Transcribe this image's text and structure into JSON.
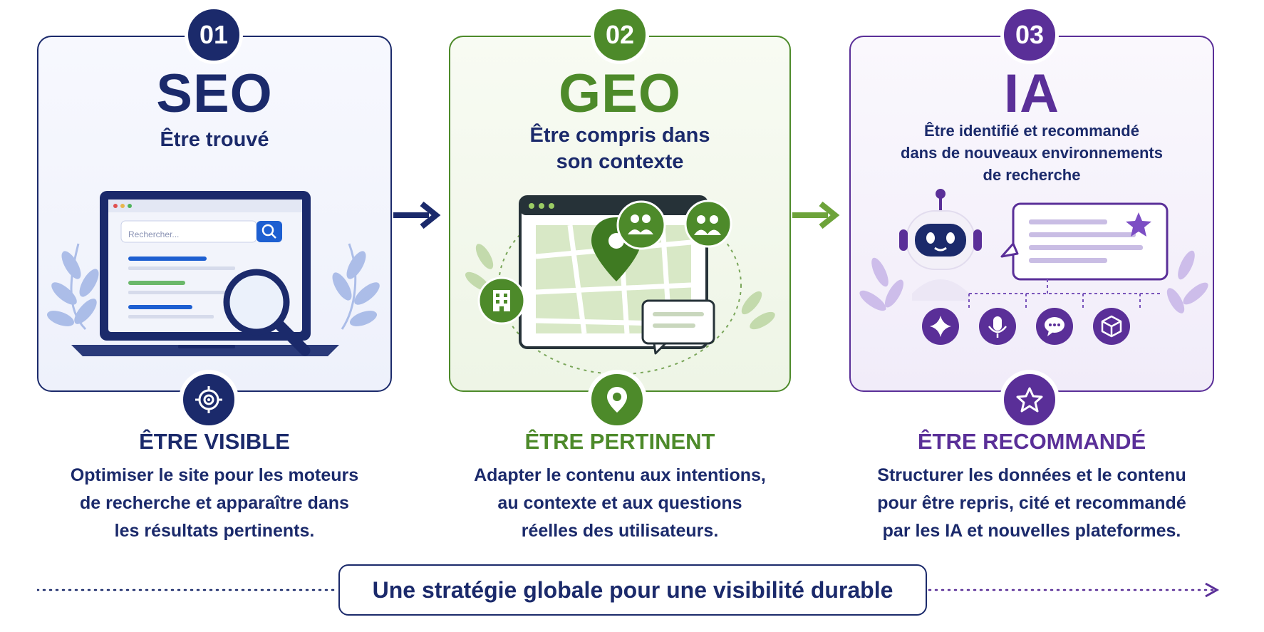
{
  "steps": [
    {
      "number": "01",
      "title": "SEO",
      "subtitle": "Être trouvé",
      "heading": "ÊTRE VISIBLE",
      "description": [
        "Optimiser le site pour les moteurs",
        "de recherche et apparaître dans",
        "les résultats pertinents."
      ],
      "search_placeholder": "Rechercher...",
      "icon": "target-icon",
      "color": "#1b2a6b"
    },
    {
      "number": "02",
      "title": "GEO",
      "subtitle": [
        "Être compris dans",
        "son contexte"
      ],
      "heading": "ÊTRE PERTINENT",
      "description": [
        "Adapter le contenu aux intentions,",
        "au contexte et aux questions",
        "réelles des utilisateurs."
      ],
      "icon": "map-pin-icon",
      "color": "#4d8a2a"
    },
    {
      "number": "03",
      "title": "IA",
      "subtitle": [
        "Être identifié et recommandé",
        "dans de nouveaux environnements",
        "de recherche"
      ],
      "heading": "ÊTRE RECOMMANDÉ",
      "description": [
        "Structurer les données et le contenu",
        "pour être repris, cité et recommandé",
        "par les IA et nouvelles plateformes."
      ],
      "icon": "star-icon",
      "color": "#5a2f98"
    }
  ],
  "footer": {
    "text": "Une stratégie globale pour une visibilité durable"
  }
}
